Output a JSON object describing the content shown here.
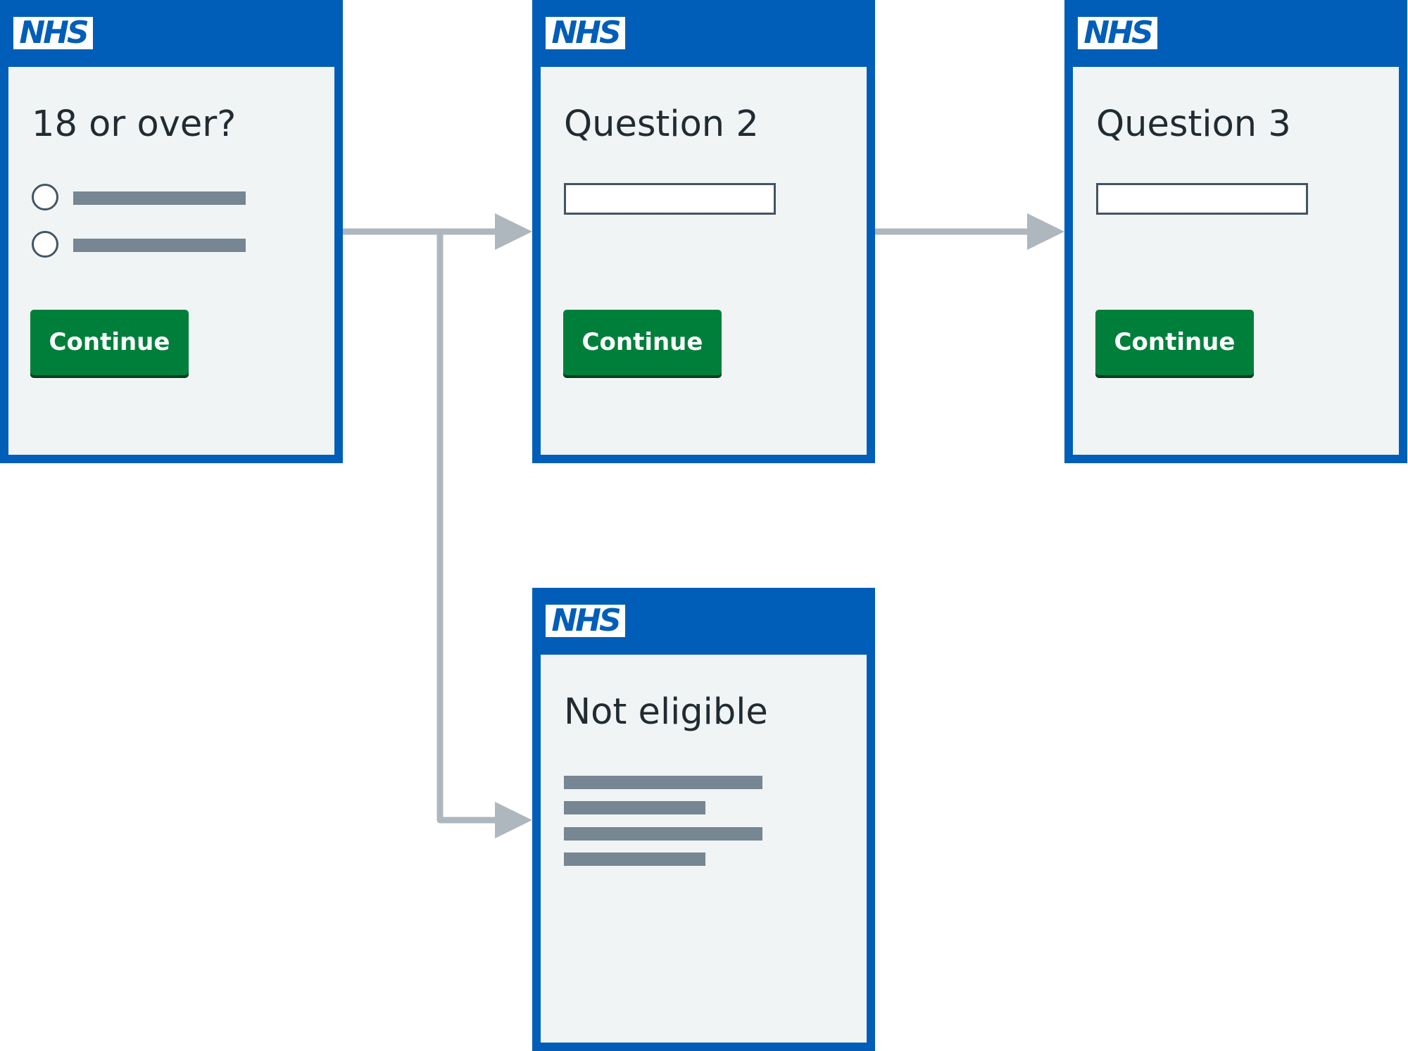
{
  "colors": {
    "nhs_blue": "#005eb8",
    "page_background": "#f0f4f5",
    "button_green": "#007f3b",
    "text_dark": "#212b32",
    "placeholder_grey": "#768692",
    "connector_grey": "#aeb7bd"
  },
  "pages": {
    "age_question": {
      "logo": "NHS",
      "title": "18 or over?",
      "continue_label": "Continue"
    },
    "question_2": {
      "logo": "NHS",
      "title": "Question 2",
      "continue_label": "Continue"
    },
    "question_3": {
      "logo": "NHS",
      "title": "Question 3",
      "continue_label": "Continue"
    },
    "not_eligible": {
      "logo": "NHS",
      "title": "Not eligible"
    }
  },
  "flow": [
    {
      "from": "18 or over?",
      "to": "Question 2"
    },
    {
      "from": "18 or over?",
      "to": "Not eligible"
    },
    {
      "from": "Question 2",
      "to": "Question 3"
    }
  ]
}
